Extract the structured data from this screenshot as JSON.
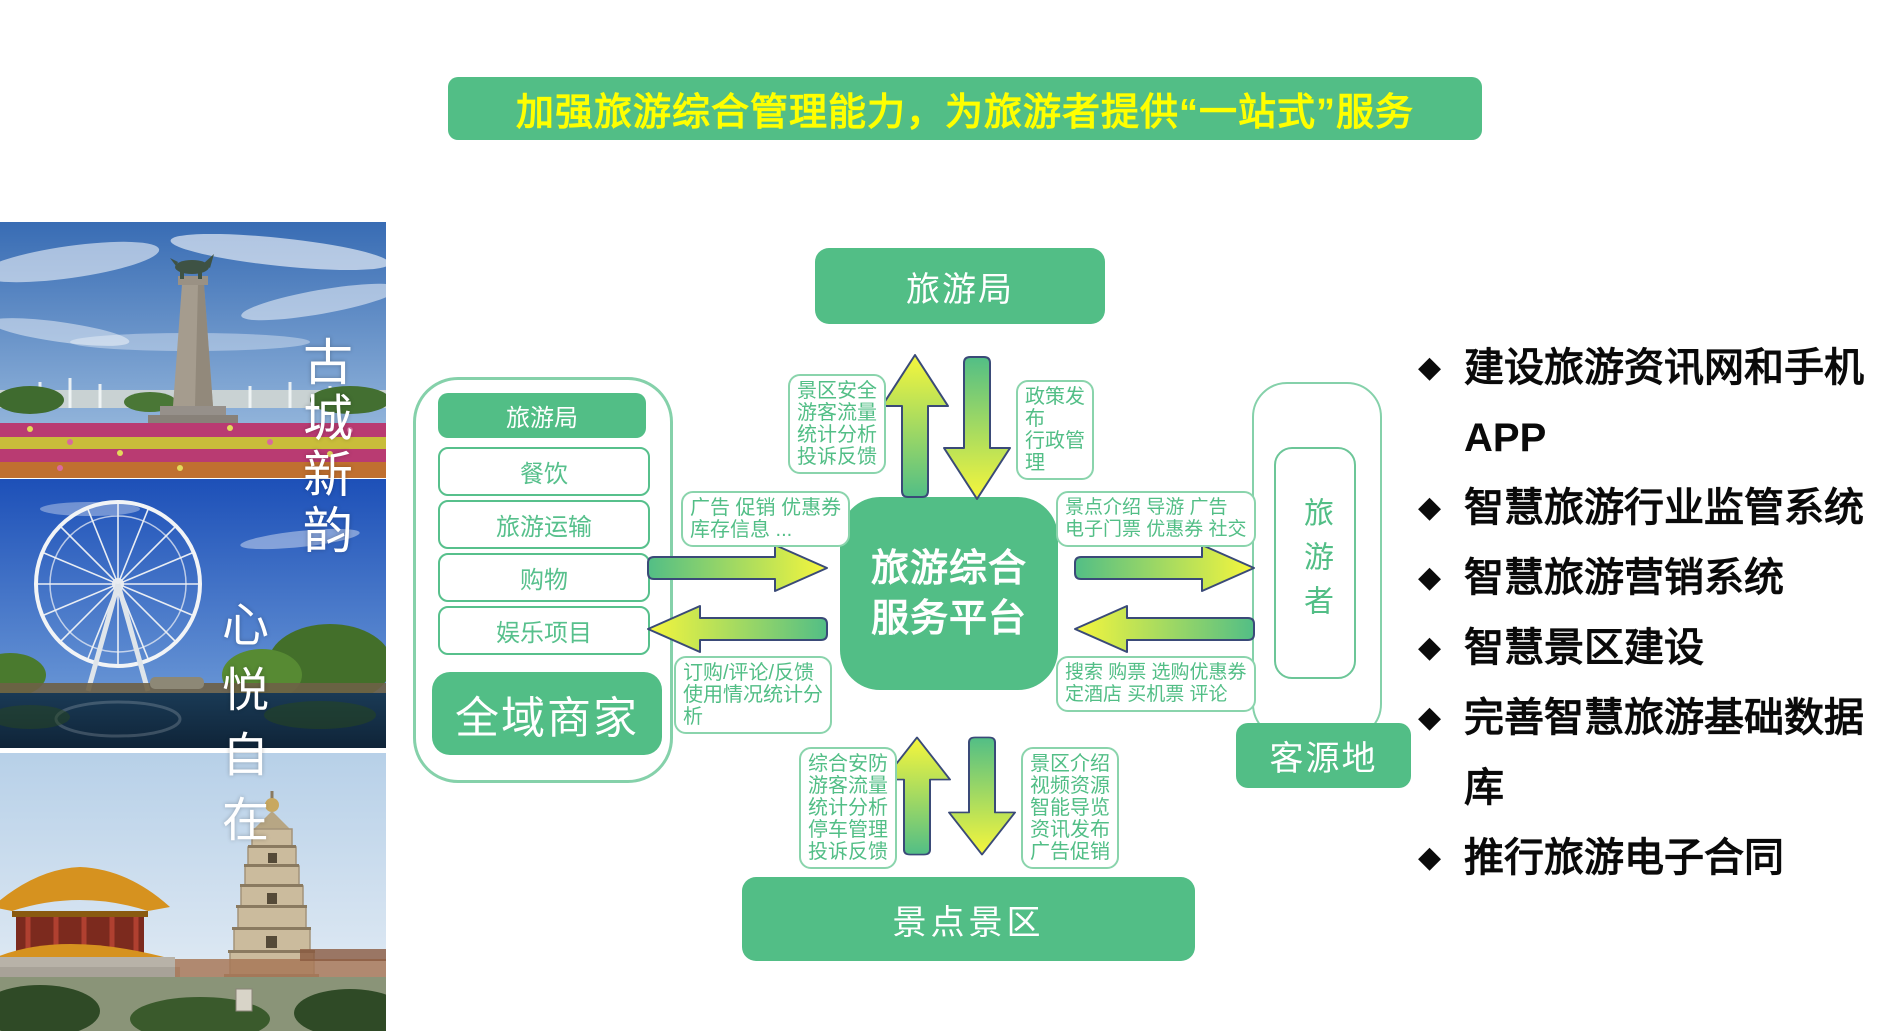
{
  "banner": {
    "text": "加强旅游综合管理能力，为旅游者提供“一站式”服务"
  },
  "left_panel": {
    "caption_top": "古城新韵",
    "caption_bottom": "心悦自在"
  },
  "diagram": {
    "top_node": {
      "label": "旅游局"
    },
    "center_node": {
      "label": "旅游综合\n服务平台"
    },
    "bottom_node": {
      "label": "景点景区"
    },
    "merchant_group": {
      "items": [
        "旅游局",
        "餐饮",
        "旅游运输",
        "购物",
        "娱乐项目"
      ],
      "footer": "全域商家"
    },
    "tourist_group": {
      "label": "旅游者",
      "footer": "客源地"
    },
    "edge_labels": {
      "gov_up": "景区安全\n游客流量\n统计分析\n投诉反馈",
      "gov_down": "政策发\n布\n行政管\n理",
      "merchant_in": "广告 促销 优惠券\n库存信息 ...",
      "merchant_out": "订购/评论/反馈\n使用情况统计分\n析",
      "tourist_out": "景点介绍 导游 广告\n电子门票 优惠券 社交",
      "tourist_in": "搜索 购票 选购优惠券\n定酒店 买机票 评论",
      "scenic_up": "综合安防\n游客流量\n统计分析\n停车管理\n投诉反馈",
      "scenic_down": "景区介绍\n视频资源\n智能导览\n资讯发布\n广告促销"
    }
  },
  "bullet_list": {
    "icon": "◆",
    "items": [
      "建设旅游资讯网和手机APP",
      "智慧旅游行业监管系统",
      "智慧旅游营销系统",
      "智慧景区建设",
      "完善智慧旅游基础数据库",
      "推行旅游电子合同"
    ]
  },
  "colors": {
    "primary_green": "#52BE86",
    "border_light_green": "#8AD4AC",
    "arrow_yellow": "#F6F63C",
    "arrow_outline": "#3A4A78",
    "banner_text_yellow": "#FFFF00",
    "bullet_text": "#0a0a0a"
  }
}
